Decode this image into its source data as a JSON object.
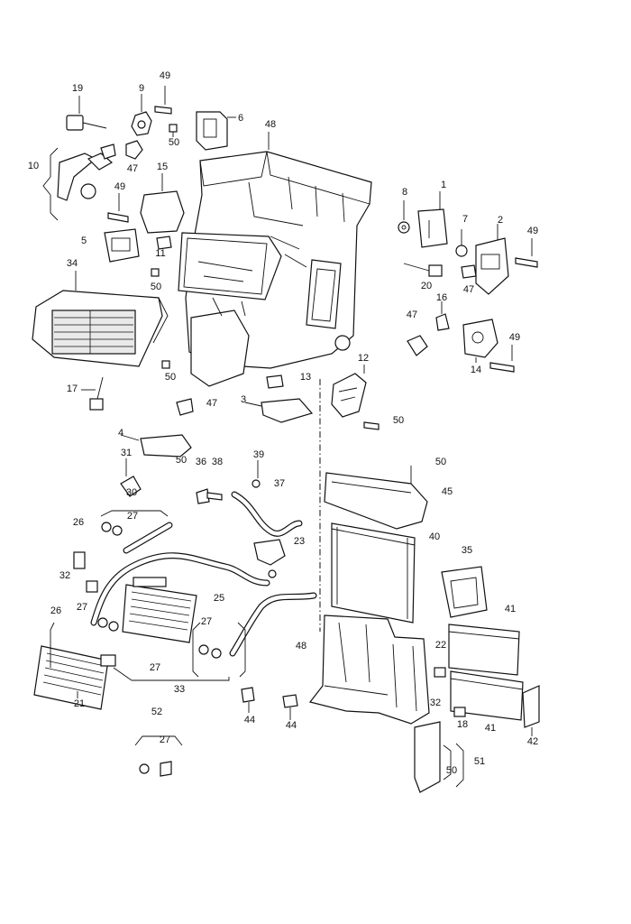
{
  "diagram": {
    "callouts": [
      {
        "id": "c19",
        "text": "19"
      },
      {
        "id": "c49a",
        "text": "49"
      },
      {
        "id": "c9",
        "text": "9"
      },
      {
        "id": "c6",
        "text": "6"
      },
      {
        "id": "c48a",
        "text": "48"
      },
      {
        "id": "c50a",
        "text": "50"
      },
      {
        "id": "c47a",
        "text": "47"
      },
      {
        "id": "c10",
        "text": "10"
      },
      {
        "id": "c15",
        "text": "15"
      },
      {
        "id": "c49b",
        "text": "49"
      },
      {
        "id": "c8",
        "text": "8"
      },
      {
        "id": "c1",
        "text": "1"
      },
      {
        "id": "c7",
        "text": "7"
      },
      {
        "id": "c2",
        "text": "2"
      },
      {
        "id": "c49c",
        "text": "49"
      },
      {
        "id": "c5",
        "text": "5"
      },
      {
        "id": "c11",
        "text": "11"
      },
      {
        "id": "c34",
        "text": "34"
      },
      {
        "id": "c50b",
        "text": "50"
      },
      {
        "id": "c20",
        "text": "20"
      },
      {
        "id": "c47b",
        "text": "47"
      },
      {
        "id": "c16",
        "text": "16"
      },
      {
        "id": "c47c",
        "text": "47"
      },
      {
        "id": "c49d",
        "text": "49"
      },
      {
        "id": "c14",
        "text": "14"
      },
      {
        "id": "c50c",
        "text": "50"
      },
      {
        "id": "c13",
        "text": "13"
      },
      {
        "id": "c12",
        "text": "12"
      },
      {
        "id": "c17",
        "text": "17"
      },
      {
        "id": "c47d",
        "text": "47"
      },
      {
        "id": "c3",
        "text": "3"
      },
      {
        "id": "c50d",
        "text": "50"
      },
      {
        "id": "c4",
        "text": "4"
      },
      {
        "id": "c31",
        "text": "31"
      },
      {
        "id": "c50e",
        "text": "50"
      },
      {
        "id": "c36",
        "text": "36"
      },
      {
        "id": "c38",
        "text": "38"
      },
      {
        "id": "c39",
        "text": "39"
      },
      {
        "id": "c50f",
        "text": "50"
      },
      {
        "id": "c30",
        "text": "30"
      },
      {
        "id": "c37",
        "text": "37"
      },
      {
        "id": "c45",
        "text": "45"
      },
      {
        "id": "c26a",
        "text": "26"
      },
      {
        "id": "c27a",
        "text": "27"
      },
      {
        "id": "c40",
        "text": "40"
      },
      {
        "id": "c23",
        "text": "23"
      },
      {
        "id": "c35",
        "text": "35"
      },
      {
        "id": "c32a",
        "text": "32"
      },
      {
        "id": "c25",
        "text": "25"
      },
      {
        "id": "c41a",
        "text": "41"
      },
      {
        "id": "c26b",
        "text": "26"
      },
      {
        "id": "c27b",
        "text": "27"
      },
      {
        "id": "c27c",
        "text": "27"
      },
      {
        "id": "c48b",
        "text": "48"
      },
      {
        "id": "c22",
        "text": "22"
      },
      {
        "id": "c27d",
        "text": "27"
      },
      {
        "id": "c21",
        "text": "21"
      },
      {
        "id": "c33",
        "text": "33"
      },
      {
        "id": "c32b",
        "text": "32"
      },
      {
        "id": "c44a",
        "text": "44"
      },
      {
        "id": "c44b",
        "text": "44"
      },
      {
        "id": "c18",
        "text": "18"
      },
      {
        "id": "c41b",
        "text": "41"
      },
      {
        "id": "c42",
        "text": "42"
      },
      {
        "id": "c52",
        "text": "52"
      },
      {
        "id": "c27e",
        "text": "27"
      },
      {
        "id": "c50g",
        "text": "50"
      },
      {
        "id": "c51",
        "text": "51"
      }
    ]
  }
}
